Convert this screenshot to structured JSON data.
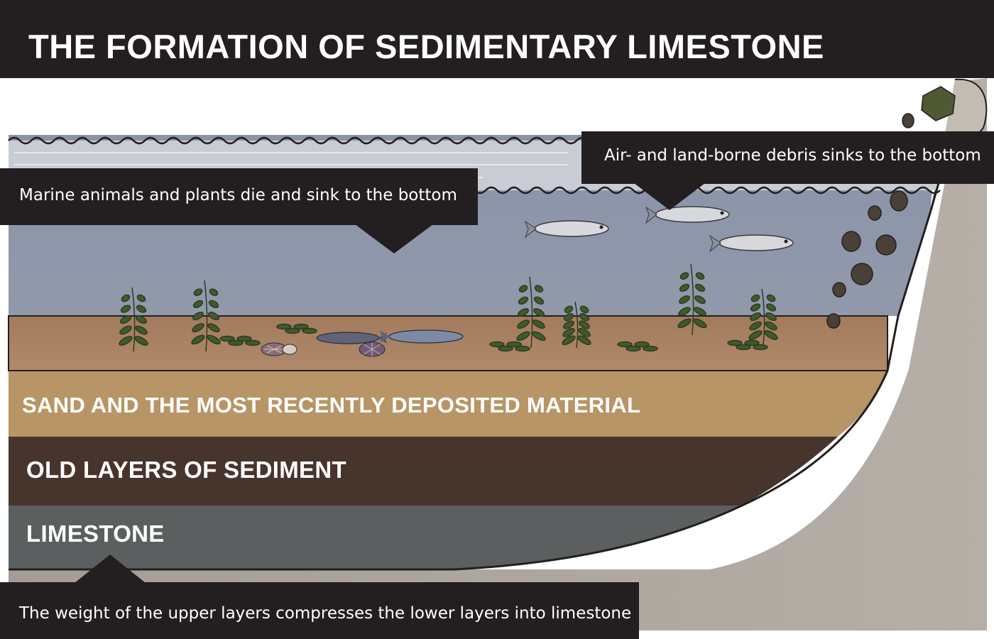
{
  "title": "THE FORMATION OF SEDIMENTARY LIMESTONE",
  "layers": {
    "sand": "SAND AND THE MOST RECENTLY DEPOSITED MATERIAL",
    "old": "OLD LAYERS OF SEDIMENT",
    "limestone": "LIMESTONE"
  },
  "callouts": {
    "marine": "Marine animals and plants die and sink to the bottom",
    "debris": "Air- and land-borne debris sinks to the bottom",
    "weight": "The weight of the upper layers compresses the lower layers into limestone"
  },
  "colors": {
    "water": "#8d97ab",
    "seabed": "#a98164",
    "sand": "#b89566",
    "old_sediment": "#47342c",
    "limestone": "#5b5f60",
    "rock": "#aaa39b",
    "title_bg": "#231f20"
  }
}
